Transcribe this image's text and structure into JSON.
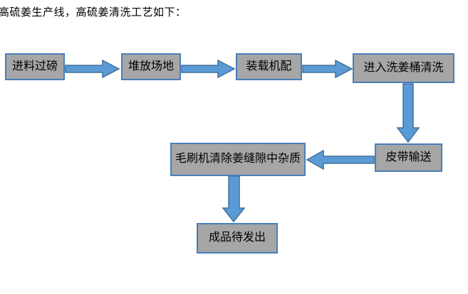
{
  "title": "高硫姜生产线，高硫姜清洗工艺如下：",
  "colors": {
    "background": "#ffffff",
    "box_fill": "#a6a6a6",
    "box_border": "#4a7ebb",
    "arrow_fill": "#5b9bd5",
    "arrow_border": "#41719c",
    "text": "#000000"
  },
  "flowchart": {
    "nodes": [
      {
        "id": "feed-weighing",
        "label": "进料过磅"
      },
      {
        "id": "stacking-yard",
        "label": "堆放场地"
      },
      {
        "id": "loader-matching",
        "label": "装载机配"
      },
      {
        "id": "washing-barrel",
        "label": "进入洗姜桶清洗"
      },
      {
        "id": "belt-conveyor",
        "label": "皮带输送"
      },
      {
        "id": "brush-cleaning",
        "label": "毛刷机清除姜缝隙中杂质"
      },
      {
        "id": "finished-product",
        "label": "成品待发出"
      }
    ],
    "edges": [
      {
        "from": "进料过磅",
        "to": "堆放场地",
        "direction": "right"
      },
      {
        "from": "堆放场地",
        "to": "装载机配",
        "direction": "right"
      },
      {
        "from": "装载机配",
        "to": "进入洗姜桶清洗",
        "direction": "right"
      },
      {
        "from": "进入洗姜桶清洗",
        "to": "皮带输送",
        "direction": "down"
      },
      {
        "from": "皮带输送",
        "to": "毛刷机清除姜缝隙中杂质",
        "direction": "left"
      },
      {
        "from": "毛刷机清除姜缝隙中杂质",
        "to": "成品待发出",
        "direction": "down"
      }
    ]
  }
}
